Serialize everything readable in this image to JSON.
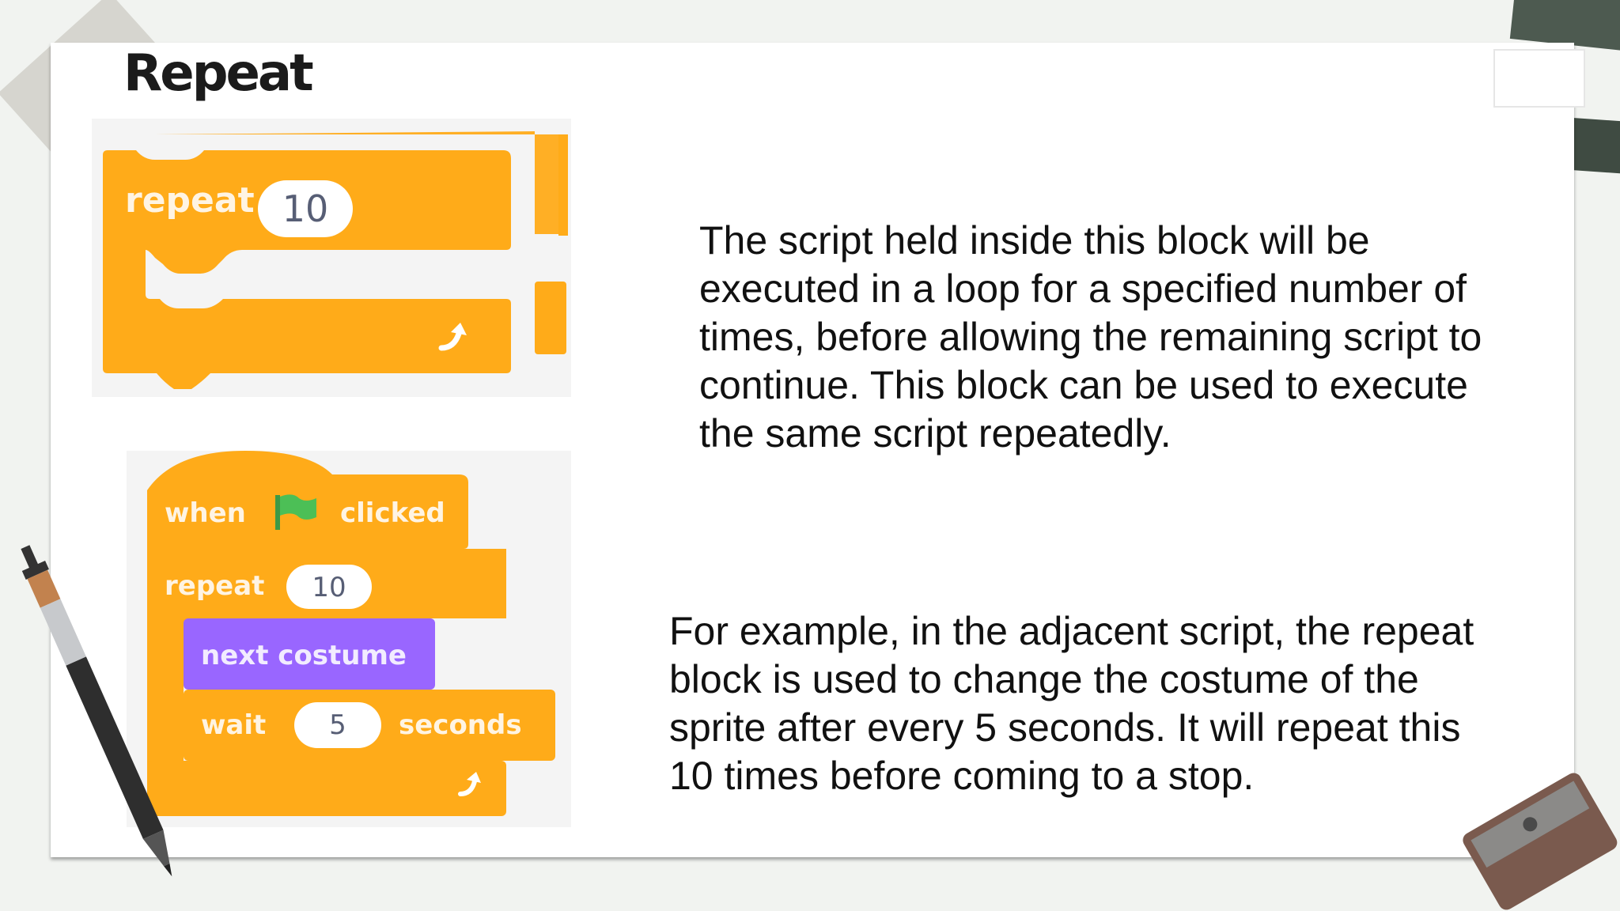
{
  "slide": {
    "title": "Repeat",
    "description": "The script held inside this block will be executed in a loop for a specified number of times, before allowing the remaining script to continue. This block can be used to execute the same script repeatedly.",
    "example": "For example, in the adjacent script, the repeat block is used to change the costume of the sprite after every 5 seconds. It will repeat this 10 times before coming to a stop."
  },
  "block_image_1": {
    "repeat_label": "repeat",
    "repeat_count": "10"
  },
  "block_image_2": {
    "hat_when": "when",
    "hat_clicked": "clicked",
    "repeat_label": "repeat",
    "repeat_count": "10",
    "looks_label": "next costume",
    "wait_label": "wait",
    "wait_value": "5",
    "wait_unit": "seconds"
  },
  "colors": {
    "control_block": "#ffab19",
    "looks_block": "#9966ff",
    "flag": "#4cbf56",
    "background": "#f1f3f0",
    "tape_dark": "#4d5a50"
  },
  "icons": [
    "green-flag-icon",
    "loop-arrow-icon",
    "pencil-icon",
    "sharpener-icon"
  ]
}
